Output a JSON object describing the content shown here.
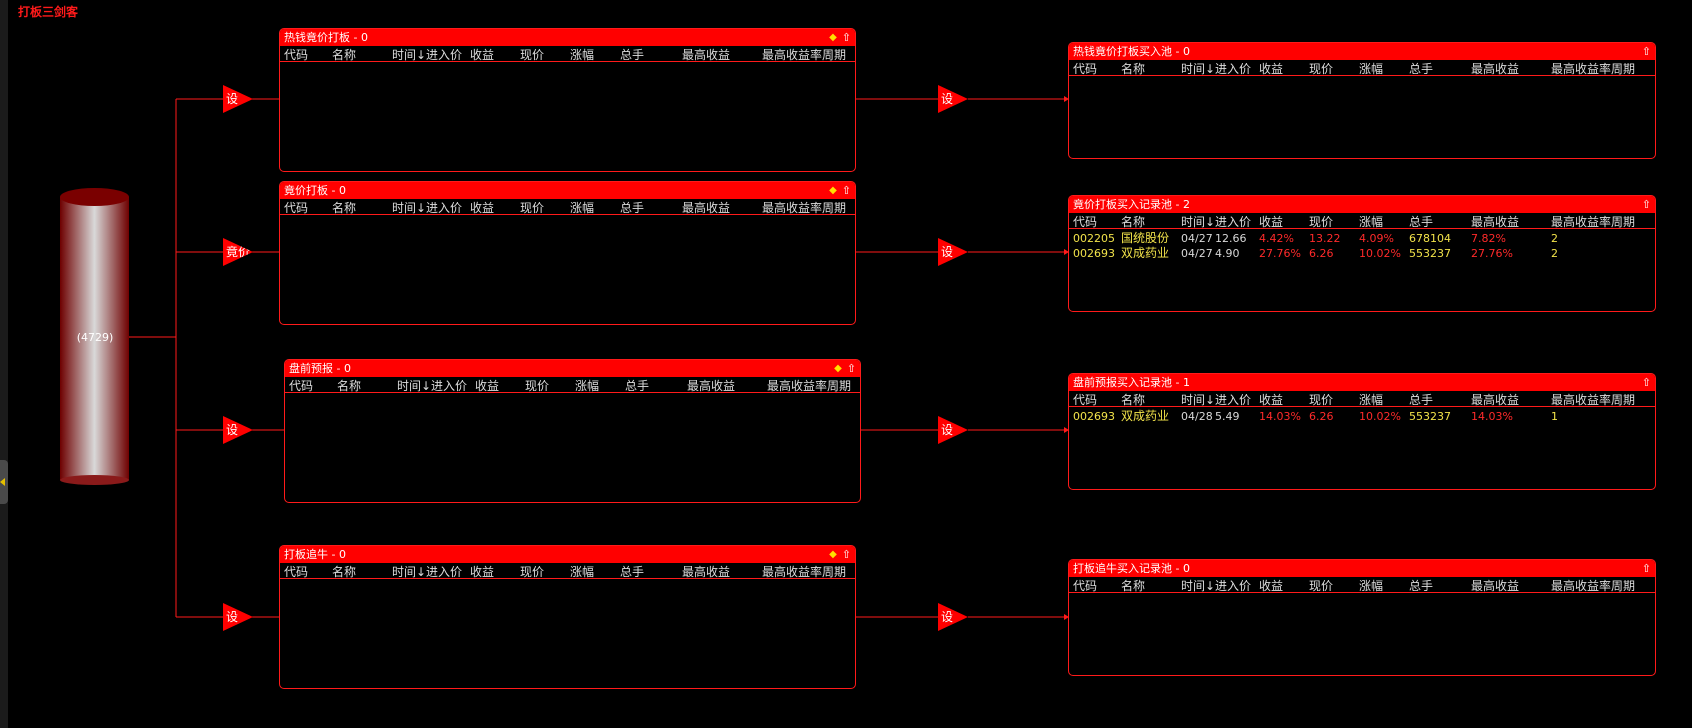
{
  "app": {
    "title": "打板三剑客"
  },
  "source": {
    "count_label": "(4729)"
  },
  "triangles": {
    "left": [
      "设",
      "竟价",
      "设",
      "设"
    ],
    "right": [
      "设",
      "设",
      "设",
      "设"
    ]
  },
  "columns": [
    "代码",
    "名称",
    "时间↓",
    "进入价",
    "收益",
    "现价",
    "涨幅",
    "总手",
    "最高收益",
    "最高收益率周期"
  ],
  "strategy_panels": [
    {
      "title": "热钱竟价打板 - 0",
      "rows": []
    },
    {
      "title": "竟价打板 - 0",
      "rows": []
    },
    {
      "title": "盘前预报 - 0",
      "rows": []
    },
    {
      "title": "打板追牛 - 0",
      "rows": []
    }
  ],
  "pool_panels": [
    {
      "title": "热钱竟价打板买入池 - 0",
      "rows": []
    },
    {
      "title": "竟价打板买入记录池 - 2",
      "rows": [
        {
          "code": "002205",
          "name": "国统股份",
          "time": "04/27",
          "entry": "12.66",
          "profit": "4.42%",
          "price": "13.22",
          "change": "4.09%",
          "volume": "678104",
          "max_profit": "7.82%",
          "period": "2"
        },
        {
          "code": "002693",
          "name": "双成药业",
          "time": "04/27",
          "entry": "4.90",
          "profit": "27.76%",
          "price": "6.26",
          "change": "10.02%",
          "volume": "553237",
          "max_profit": "27.76%",
          "period": "2"
        }
      ]
    },
    {
      "title": "盘前预报买入记录池 - 1",
      "rows": [
        {
          "code": "002693",
          "name": "双成药业",
          "time": "04/28",
          "entry": "5.49",
          "profit": "14.03%",
          "price": "6.26",
          "change": "10.02%",
          "volume": "553237",
          "max_profit": "14.03%",
          "period": "1"
        }
      ]
    },
    {
      "title": "打板追牛买入记录池 - 0",
      "rows": []
    }
  ],
  "icons": {
    "pin": "diamond-icon",
    "collapse": "arrow-up-icon"
  },
  "colors": {
    "accent": "#ff0000",
    "code_text": "#f2e34a",
    "profit_text": "#ff2a2a",
    "background": "#000000"
  }
}
